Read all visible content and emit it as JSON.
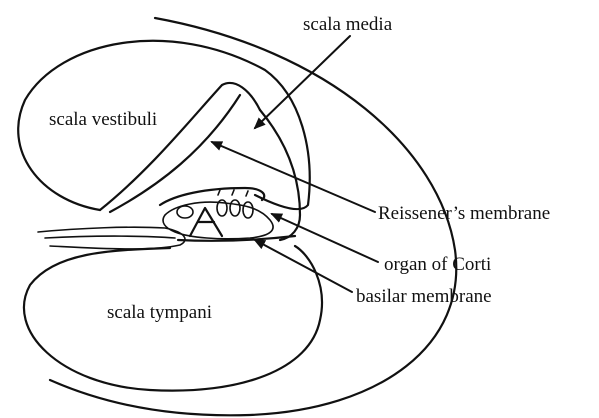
{
  "labels": {
    "scala_media": "scala media",
    "scala_vestibuli": "scala vestibuli",
    "reissners_membrane": "Reissener’s membrane",
    "organ_of_corti": "organ of Corti",
    "basilar_membrane": "basilar membrane",
    "scala_tympani": "scala tympani"
  },
  "colors": {
    "ink": "#111111",
    "background": "#ffffff"
  }
}
